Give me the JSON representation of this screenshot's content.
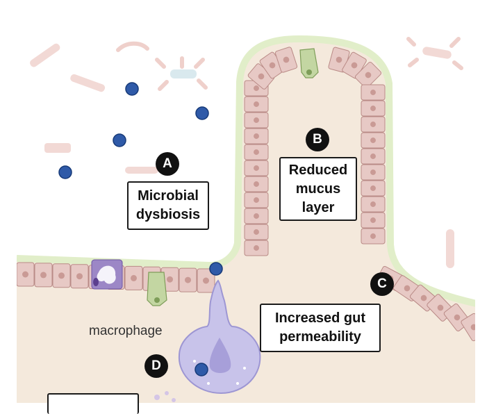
{
  "labels": {
    "microbial_dysbiosis": "Microbial\ndysbiosis",
    "reduced_mucus": "Reduced\nmucus\nlayer",
    "increased_permeability": "Increased gut\npermeability",
    "macrophage": "macrophage",
    "bottom_box": ""
  },
  "markers": {
    "a": "A",
    "b": "B",
    "c": "C",
    "d": "D"
  },
  "colors": {
    "lumen": "#ffffff",
    "lamina": "#f4e9dc",
    "mucus": "#e1eec9",
    "mucus_edge": "#c2d89a",
    "cell_fill": "#e7c9c5",
    "cell_edge": "#b98a86",
    "nucleus": "#c99a95",
    "goblet": "#c3d6a2",
    "goblet_edge": "#7e9d59",
    "bacterium_dot": "#2f5aa8",
    "bacterium_dot_edge": "#173a78",
    "faint_bacteria": "#efd0cb",
    "macrophage": "#c8c3ea",
    "macrophage_edge": "#9d96d3",
    "immune_cell": "#9c87c6"
  }
}
